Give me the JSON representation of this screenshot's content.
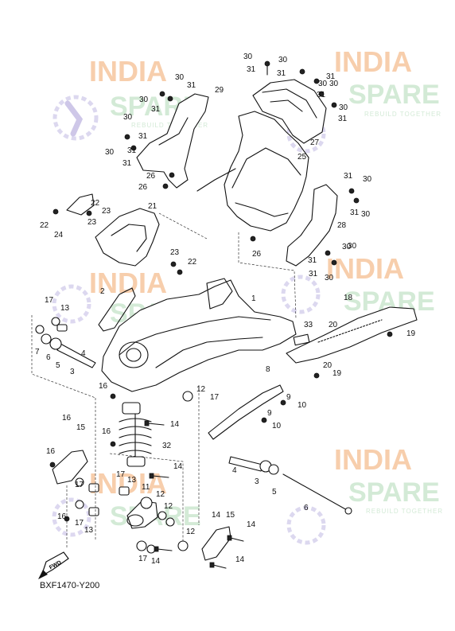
{
  "diagram": {
    "figure_code": "BXF1470-Y200",
    "fwd_label": "FWD",
    "watermark": {
      "word1": "INDIA",
      "word2": "SPARE",
      "tagline": "REBUILD TOGETHER"
    },
    "callouts": [
      "30",
      "31",
      "30",
      "31",
      "30",
      "31",
      "30",
      "31",
      "29",
      "30",
      "31",
      "31",
      "30",
      "31",
      "30",
      "31",
      "30",
      "31",
      "31",
      "30",
      "27",
      "26",
      "26",
      "25",
      "31",
      "30",
      "31",
      "30",
      "28",
      "26",
      "31",
      "30",
      "30",
      "31",
      "30",
      "22",
      "24",
      "22",
      "23",
      "23",
      "21",
      "23",
      "22",
      "17",
      "13",
      "2",
      "1",
      "18",
      "33",
      "7",
      "6",
      "5",
      "3",
      "4",
      "20",
      "19",
      "20",
      "19",
      "16",
      "12",
      "17",
      "8",
      "9",
      "10",
      "9",
      "10",
      "16",
      "15",
      "16",
      "14",
      "32",
      "14",
      "16",
      "17",
      "17",
      "13",
      "11",
      "12",
      "12",
      "16",
      "17",
      "13",
      "14",
      "4",
      "3",
      "5",
      "6",
      "12",
      "17",
      "14",
      "15",
      "14",
      "14"
    ]
  }
}
